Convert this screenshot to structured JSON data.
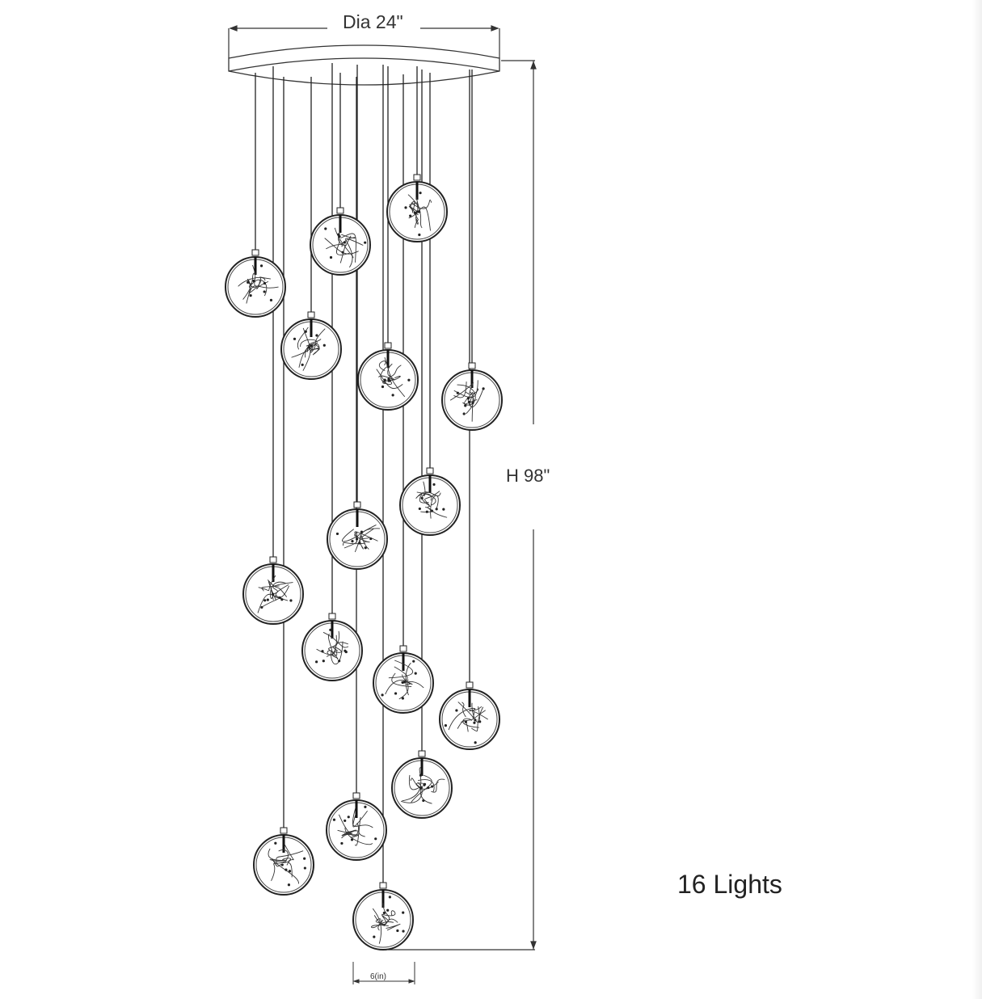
{
  "diagram": {
    "diameter_label": "Dia 24\"",
    "height_label": "H 98\"",
    "globe_size_label": "6(in)",
    "light_count_label": "16 Lights",
    "light_count": 16
  }
}
